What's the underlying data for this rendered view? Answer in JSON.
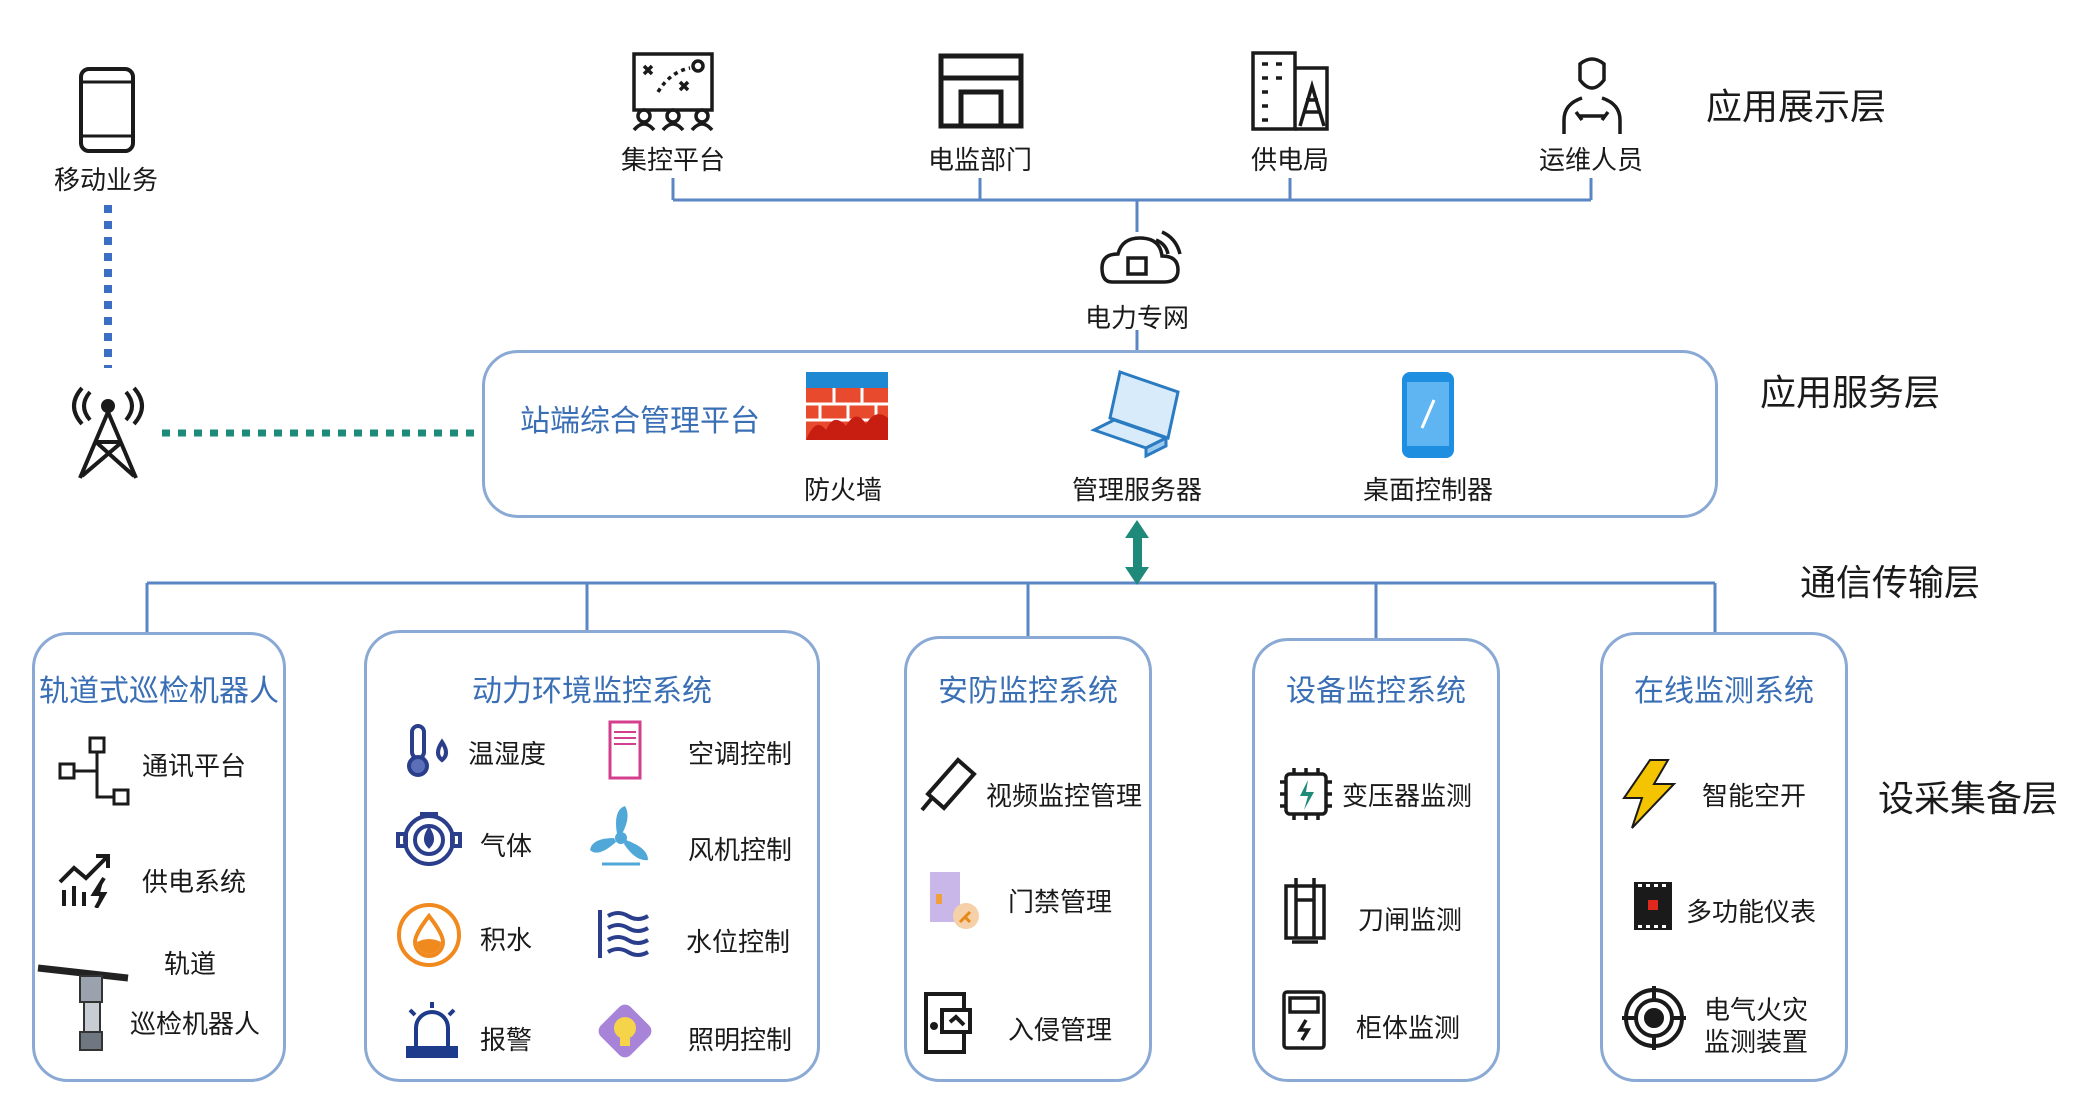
{
  "layers": {
    "presentation": "应用展示层",
    "service": "应用服务层",
    "communication": "通信传输层",
    "collection": "设采集备层"
  },
  "mobile": {
    "label": "移动业务",
    "icon": "smartphone-icon"
  },
  "tower": {
    "icon": "antenna-tower-icon"
  },
  "top_nodes": [
    {
      "label": "集控平台",
      "icon": "strategy-board-icon"
    },
    {
      "label": "电监部门",
      "icon": "building-icon"
    },
    {
      "label": "供电局",
      "icon": "office-tower-icon"
    },
    {
      "label": "运维人员",
      "icon": "technician-icon"
    }
  ],
  "network": {
    "label": "电力专网",
    "icon": "cloud-wireless-icon"
  },
  "platform": {
    "title": "站端综合管理平台",
    "items": [
      {
        "label": "防火墙",
        "icon": "firewall-icon"
      },
      {
        "label": "管理服务器",
        "icon": "server-computer-icon"
      },
      {
        "label": "桌面控制器",
        "icon": "tablet-icon"
      }
    ]
  },
  "subsystems": {
    "robot": {
      "title": "轨道式巡检机器人",
      "items": [
        "通讯平台",
        "供电系统",
        "轨道",
        "巡检机器人"
      ]
    },
    "env": {
      "title": "动力环境监控系统",
      "items": [
        "温湿度",
        "空调控制",
        "气体",
        "风机控制",
        "积水",
        "水位控制",
        "报警",
        "照明控制"
      ]
    },
    "security": {
      "title": "安防监控系统",
      "items": [
        "视频监控管理",
        "门禁管理",
        "入侵管理"
      ]
    },
    "equipment": {
      "title": "设备监控系统",
      "items": [
        "变压器监测",
        "刀闸监测",
        "柜体监测"
      ]
    },
    "online": {
      "title": "在线监测系统",
      "items": [
        "智能空开",
        "多功能仪表",
        "电气火灾",
        "监测装置"
      ]
    }
  },
  "colors": {
    "box_border": "#8aa9d4",
    "title_blue": "#3a6fb6",
    "line_blue": "#5a86c4",
    "teal": "#1f8a7a",
    "mobile_dots": "#3b6fc4"
  }
}
